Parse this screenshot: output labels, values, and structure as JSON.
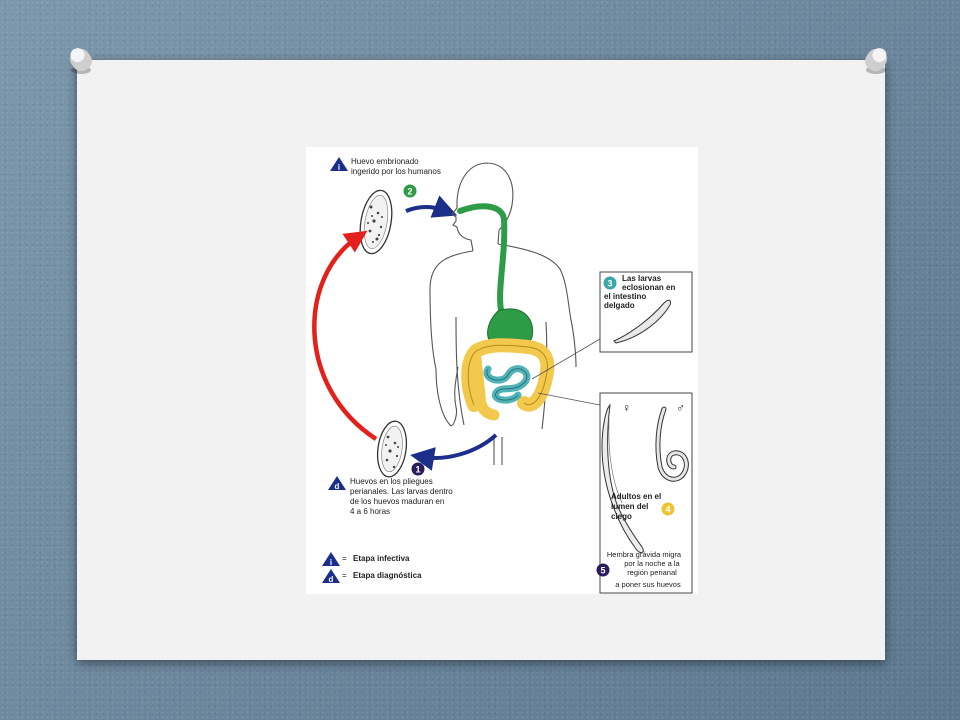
{
  "stage1": {
    "badge": "i",
    "number": "2",
    "caption_line1": "Huevo embrionado",
    "caption_line2": "ingerido por los humanos"
  },
  "stage_d": {
    "badge": "d",
    "number": "1",
    "caption_line1": "Huevos en los pliegues",
    "caption_line2": "perianales. Las larvas dentro",
    "caption_line3": "de los huevos maduran en",
    "caption_line4": "4 a 6 horas"
  },
  "stage3": {
    "number": "3",
    "line1": "Las larvas",
    "line2": "eclosionan en",
    "line3": "el intestino",
    "line4": "delgado"
  },
  "stage4": {
    "number": "4",
    "female": "♀",
    "male": "♂",
    "line1": "Adultos en el",
    "line2": "lumen del",
    "line3": "ciego"
  },
  "stage5": {
    "number": "5",
    "line1": "Hembra grávida migra",
    "line2": "por la noche a la",
    "line3": "región perianal",
    "line4": "a poner sus huevos"
  },
  "legend": {
    "infective_badge": "i",
    "infective_eq": "=",
    "infective_label": "Etapa infectiva",
    "diagnostic_badge": "d",
    "diagnostic_eq": "=",
    "diagnostic_label": "Etapa diagnóstica"
  },
  "colors": {
    "esophagus": "#2e9b46",
    "large_intestine": "#f2c94c",
    "small_intestine": "#4fb3b8",
    "arrow_blue": "#1b2f8a",
    "arrow_red": "#e3201b",
    "badge_dark": "#2b1a5e",
    "badge_teal": "#3aa7a7",
    "badge_yellow": "#f0c330"
  }
}
